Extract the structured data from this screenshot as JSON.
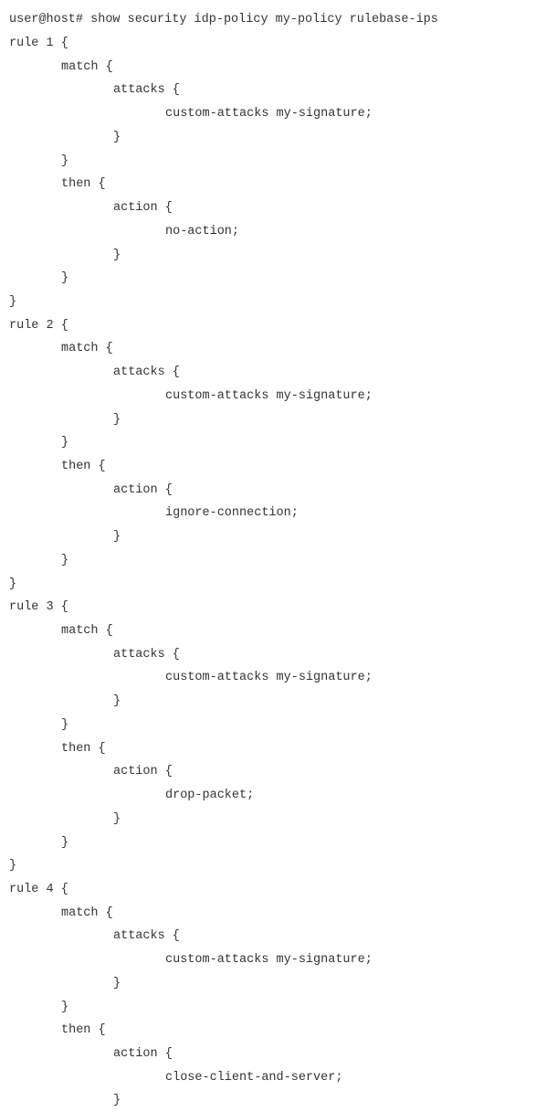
{
  "terminal": {
    "prompt_line": "user@host# show security idp-policy my-policy rulebase-ips",
    "lines": [
      {
        "indent": 0,
        "text": "rule 1 {"
      },
      {
        "indent": 1,
        "text": "match {"
      },
      {
        "indent": 2,
        "text": "attacks {"
      },
      {
        "indent": 3,
        "text": "custom-attacks my-signature;"
      },
      {
        "indent": 2,
        "text": "}"
      },
      {
        "indent": 1,
        "text": "}"
      },
      {
        "indent": 1,
        "text": "then {"
      },
      {
        "indent": 2,
        "text": "action {"
      },
      {
        "indent": 3,
        "text": "no-action;"
      },
      {
        "indent": 2,
        "text": "}"
      },
      {
        "indent": 1,
        "text": "}"
      },
      {
        "indent": 0,
        "text": "}"
      },
      {
        "indent": 0,
        "text": "rule 2 {"
      },
      {
        "indent": 1,
        "text": "match {"
      },
      {
        "indent": 2,
        "text": "attacks {"
      },
      {
        "indent": 3,
        "text": "custom-attacks my-signature;"
      },
      {
        "indent": 2,
        "text": "}"
      },
      {
        "indent": 1,
        "text": "}"
      },
      {
        "indent": 1,
        "text": "then {"
      },
      {
        "indent": 2,
        "text": "action {"
      },
      {
        "indent": 3,
        "text": "ignore-connection;"
      },
      {
        "indent": 2,
        "text": "}"
      },
      {
        "indent": 1,
        "text": "}"
      },
      {
        "indent": 0,
        "text": "}"
      },
      {
        "indent": 0,
        "text": "rule 3 {"
      },
      {
        "indent": 1,
        "text": "match {"
      },
      {
        "indent": 2,
        "text": "attacks {"
      },
      {
        "indent": 3,
        "text": "custom-attacks my-signature;"
      },
      {
        "indent": 2,
        "text": "}"
      },
      {
        "indent": 1,
        "text": "}"
      },
      {
        "indent": 1,
        "text": "then {"
      },
      {
        "indent": 2,
        "text": "action {"
      },
      {
        "indent": 3,
        "text": "drop-packet;"
      },
      {
        "indent": 2,
        "text": "}"
      },
      {
        "indent": 1,
        "text": "}"
      },
      {
        "indent": 0,
        "text": "}"
      },
      {
        "indent": 0,
        "text": "rule 4 {"
      },
      {
        "indent": 1,
        "text": "match {"
      },
      {
        "indent": 2,
        "text": "attacks {"
      },
      {
        "indent": 3,
        "text": "custom-attacks my-signature;"
      },
      {
        "indent": 2,
        "text": "}"
      },
      {
        "indent": 1,
        "text": "}"
      },
      {
        "indent": 1,
        "text": "then {"
      },
      {
        "indent": 2,
        "text": "action {"
      },
      {
        "indent": 3,
        "text": "close-client-and-server;"
      },
      {
        "indent": 2,
        "text": "}"
      }
    ]
  }
}
